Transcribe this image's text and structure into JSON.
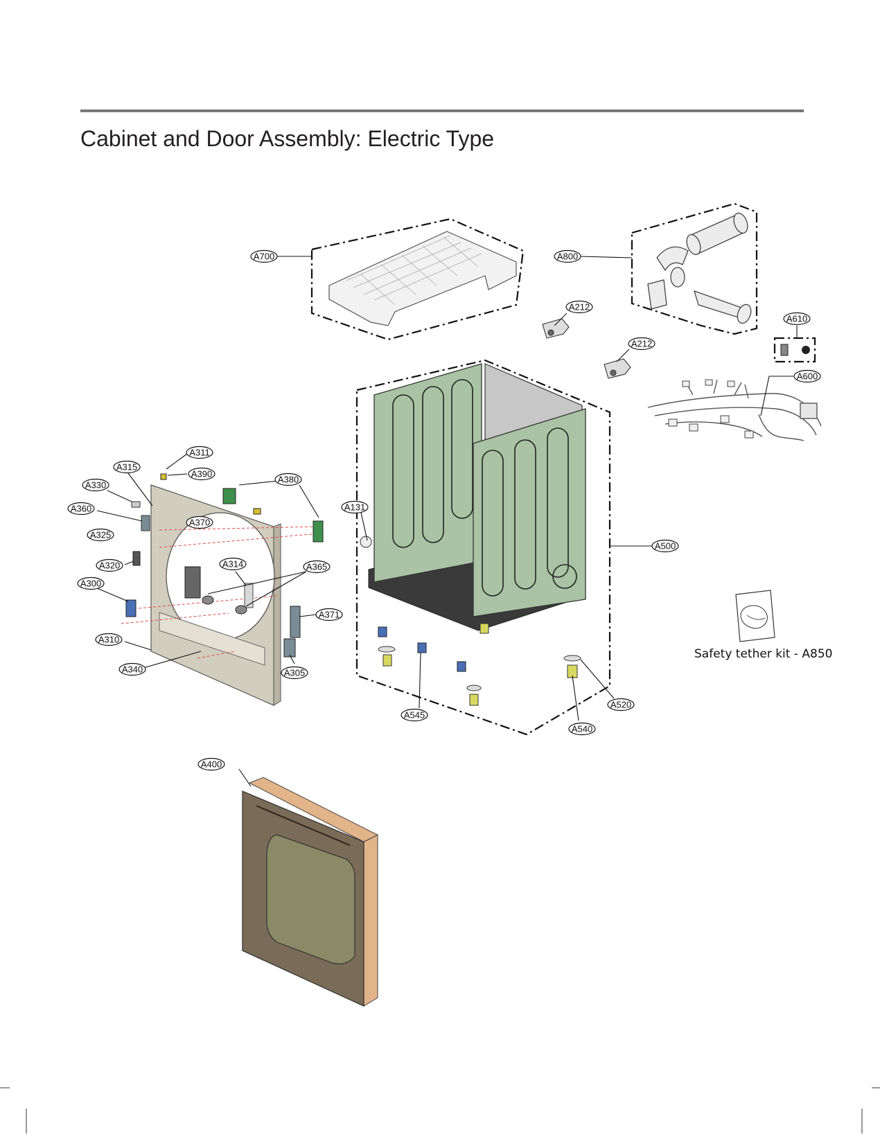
{
  "page": {
    "title": "Cabinet and Door Assembly: Electric Type",
    "kit_label": "Safety tether kit - A850"
  },
  "callouts": {
    "A700": "A700",
    "A800": "A800",
    "A212a": "A212",
    "A212b": "A212",
    "A610": "A610",
    "A600": "A600",
    "A131": "A131",
    "A500": "A500",
    "A311": "A311",
    "A315": "A315",
    "A390": "A390",
    "A330": "A330",
    "A380": "A380",
    "A360": "A360",
    "A370": "A370",
    "A325": "A325",
    "A314": "A314",
    "A365": "A365",
    "A320": "A320",
    "A300": "A300",
    "A371": "A371",
    "A310": "A310",
    "A340": "A340",
    "A305": "A305",
    "A545": "A545",
    "A520": "A520",
    "A540": "A540",
    "A400": "A400"
  },
  "colors": {
    "cabinet": "#a9c3a4",
    "cabinet_dark": "#5e7458",
    "front_panel": "#d2cebf",
    "door_frame": "#e2b489",
    "door_glass": "#8b8a66",
    "door_body": "#7a6b58",
    "foot_yellow": "#d8d860",
    "part_blue": "#4a6fb5",
    "part_green": "#3f8f4c"
  }
}
